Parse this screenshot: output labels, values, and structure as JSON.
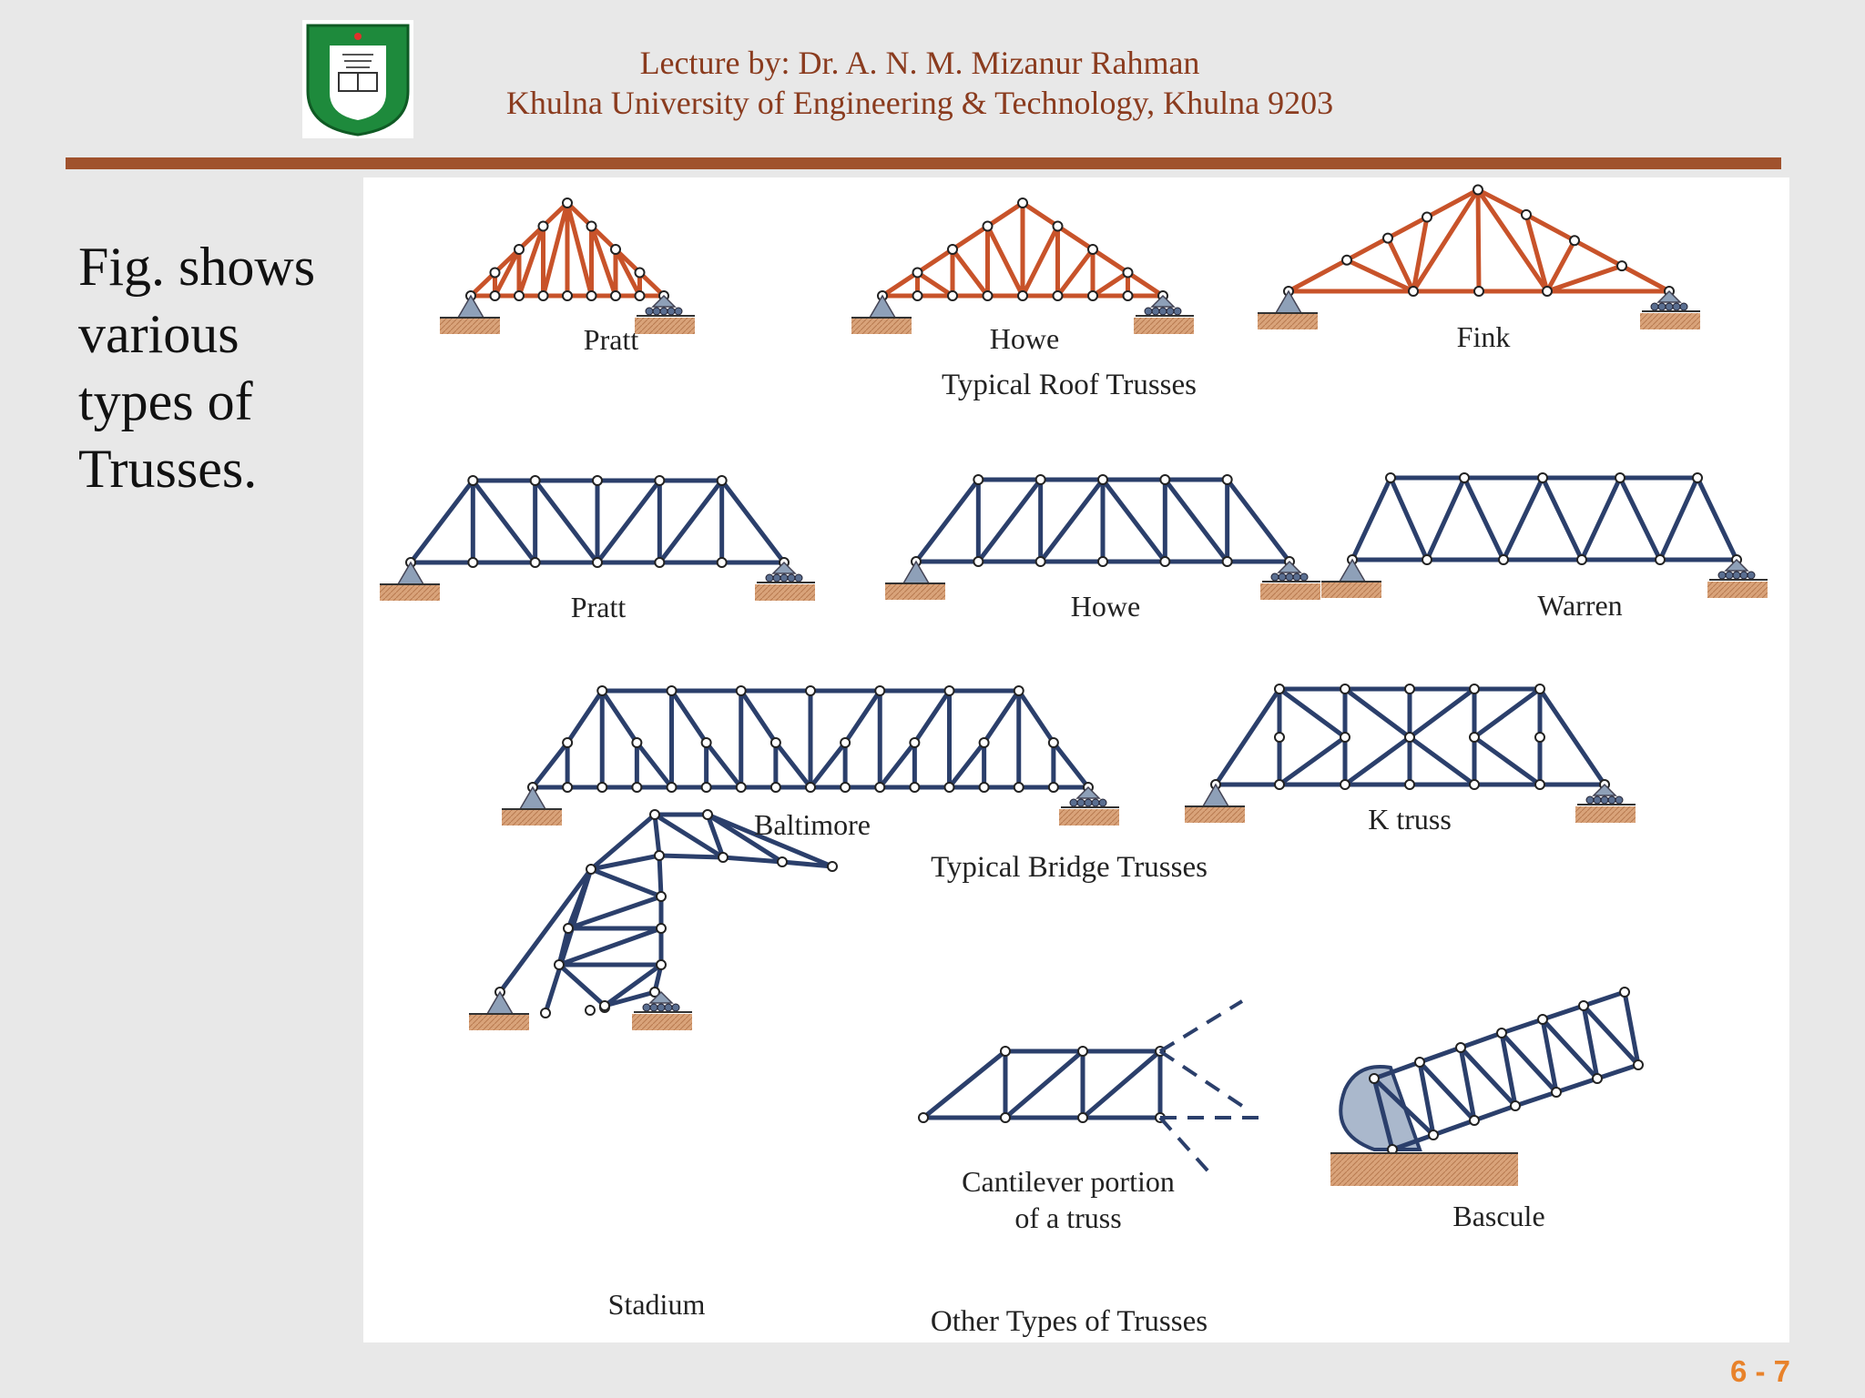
{
  "header": {
    "line1": "Lecture by: Dr. A. N. M. Mizanur Rahman",
    "line2": "Khulna University of Engineering & Technology, Khulna 9203"
  },
  "caption": "Fig. shows various types of Trusses.",
  "figure": {
    "roof": {
      "labels": [
        "Pratt",
        "Howe",
        "Fink"
      ],
      "group_title": "Typical Roof Trusses"
    },
    "bridge": {
      "labels": [
        "Pratt",
        "Howe",
        "Warren",
        "Baltimore",
        "K truss"
      ],
      "group_title": "Typical Bridge Trusses"
    },
    "other": {
      "labels": [
        "Stadium",
        "Cantilever portion",
        "of a truss",
        "Bascule"
      ],
      "group_title": "Other Types of Trusses"
    }
  },
  "page_number": "6 - 7",
  "colors": {
    "header_text": "#8a3b1e",
    "rule": "#a0522d",
    "roof_members": "#c8532a",
    "bridge_members": "#2b3f6b",
    "page_number": "#e8822a"
  },
  "icons": {
    "logo": "university-seal"
  }
}
